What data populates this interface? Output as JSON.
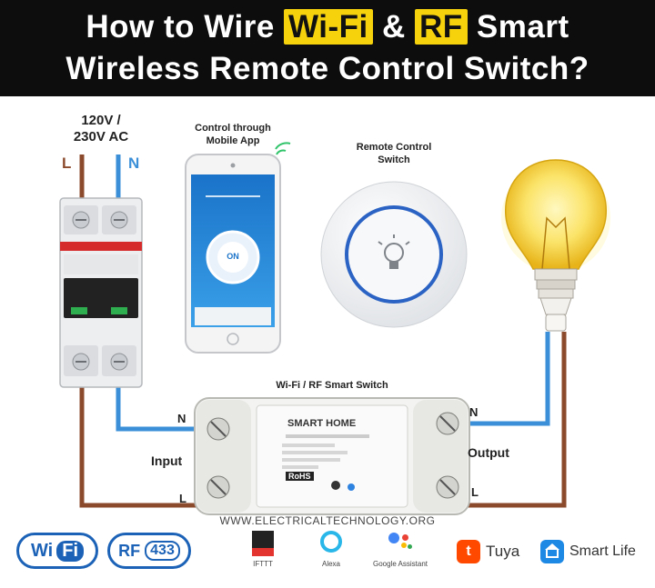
{
  "header": {
    "line1_pre": "How to Wire",
    "line1_hl1": "Wi-Fi",
    "line1_amp": "&",
    "line1_hl2": "RF",
    "line1_post": "Smart",
    "line2": "Wireless Remote Control Switch?"
  },
  "supply": {
    "voltage_line1": "120V /",
    "voltage_line2": "230V AC",
    "live": "L",
    "neutral": "N"
  },
  "mobile_app": {
    "label_line1": "Control through",
    "label_line2": "Mobile App",
    "button": "ON"
  },
  "remote": {
    "label_line1": "Remote Control",
    "label_line2": "Switch"
  },
  "smart_switch": {
    "label": "Wi-Fi / RF Smart Switch",
    "brand": "SMART HOME",
    "rohs": "RoHS",
    "input_label": "Input",
    "output_label": "Output",
    "in_n": "N",
    "in_l": "L",
    "out_n": "N",
    "out_l": "L"
  },
  "website": "WWW.ELECTRICALTECHNOLOGY.ORG",
  "logos": {
    "wifi_a": "Wi",
    "wifi_b": "Fi",
    "rf_a": "RF",
    "rf_b": "433",
    "ifttt": "IFTTT",
    "alexa": "Alexa",
    "google": "Google Assistant",
    "tuya": "Tuya",
    "smart_life": "Smart Life"
  },
  "colors": {
    "live_wire": "#8b4a2b",
    "neutral_wire": "#3a8fd8",
    "highlight": "#f6d20c",
    "brand_blue": "#1c63b7"
  }
}
